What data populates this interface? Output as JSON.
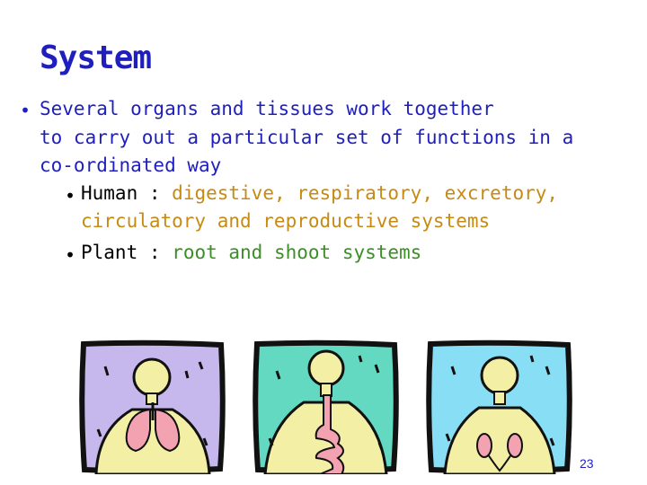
{
  "title": "System",
  "bullet_main": {
    "line1": "Several organs and tissues work together",
    "line2": "to carry out a particular set of functions in a",
    "line3": "co-ordinated way"
  },
  "sub_bullets": [
    {
      "label": "Human :",
      "line1": "digestive, respiratory, excretory,",
      "line2": "circulatory and reproductive systems"
    },
    {
      "label": "Plant :",
      "line1": "root and shoot systems"
    }
  ],
  "images": [
    {
      "name": "respiratory-system-clipart",
      "bg": "#c6b8ec"
    },
    {
      "name": "digestive-system-clipart",
      "bg": "#63d9c2"
    },
    {
      "name": "excretory-system-clipart",
      "bg": "#88dff5"
    }
  ],
  "slide_number": "23",
  "colors": {
    "title": "#1f1fbf",
    "body": "#1f1fbf",
    "human_systems": "#c78a12",
    "plant_systems": "#3a8f25",
    "organ_pink": "#f2a2b0"
  }
}
